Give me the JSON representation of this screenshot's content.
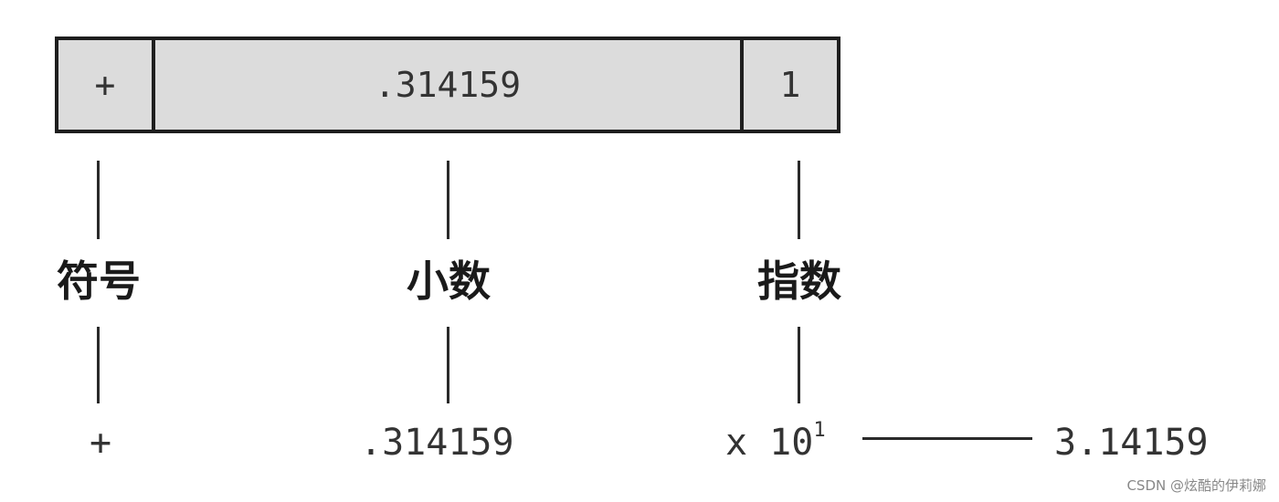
{
  "register": {
    "sign": "+",
    "fraction": ".314159",
    "exponent": "1"
  },
  "labels": {
    "sign": "符号",
    "fraction": "小数",
    "exponent": "指数"
  },
  "values": {
    "sign": "+",
    "fraction": ".314159",
    "exponent_prefix": "x 10",
    "exponent_power": "1",
    "result": "3.14159"
  },
  "watermark": "CSDN @炫酷的伊莉娜"
}
